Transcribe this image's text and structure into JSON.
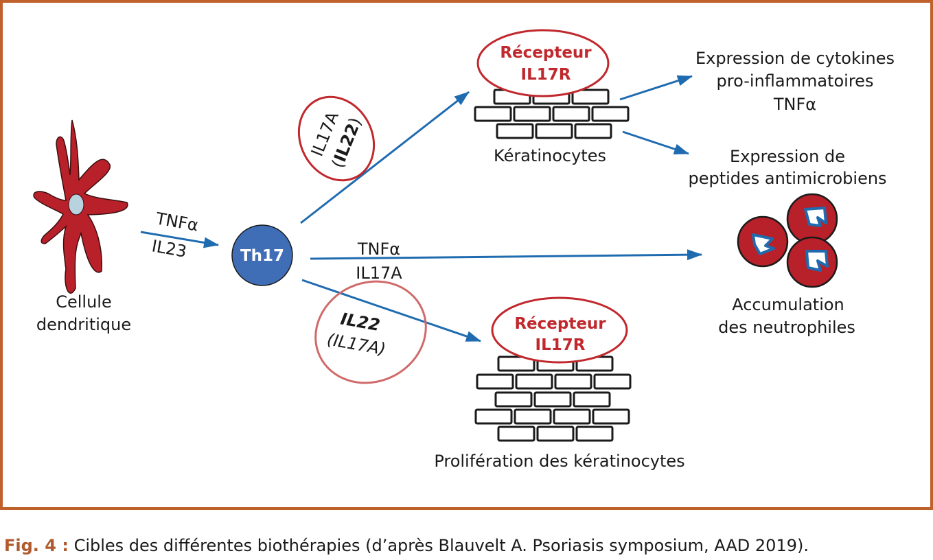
{
  "diagram": {
    "dendritic_cell": {
      "line1": "Cellule",
      "line2": "dendritique"
    },
    "arrow1": {
      "line1": "TNFα",
      "line2": "IL23"
    },
    "th17": "Th17",
    "upper_cytokine": {
      "line1": "IL17A",
      "line2_open": "(",
      "line2_bold": "IL22",
      "line2_close": ")"
    },
    "middle_cytokine": {
      "line1": "TNFα",
      "line2": "IL17A"
    },
    "lower_cytokine": {
      "line1": "IL22",
      "line2": "(IL17A)"
    },
    "receptor_top": {
      "line1": "Récepteur",
      "line2": "IL17R"
    },
    "keratinocytes_label": "Kératinocytes",
    "receptor_bottom": {
      "line1": "Récepteur",
      "line2": "IL17R"
    },
    "proliferation_label": "Prolifération des kératinocytes",
    "outcome_cytokines": {
      "line1": "Expression de cytokines",
      "line2": "pro-inflammatoires",
      "line3": "TNFα"
    },
    "outcome_peptides": {
      "line1": "Expression de",
      "line2": "peptides antimicrobiens"
    },
    "neutrophils": {
      "line1": "Accumulation",
      "line2": "des neutrophiles"
    }
  },
  "caption": {
    "fig_label": "Fig. 4 :",
    "text": " Cibles des différentes biothérapies (d’après Blauvelt A. Psoriasis symposium, AAD 2019)."
  },
  "colors": {
    "frame": "#c0602a",
    "arrow": "#1f6bb0",
    "cell_red": "#b8202a",
    "th17_blue": "#3f6eb6",
    "receptor_red": "#c0282d"
  }
}
